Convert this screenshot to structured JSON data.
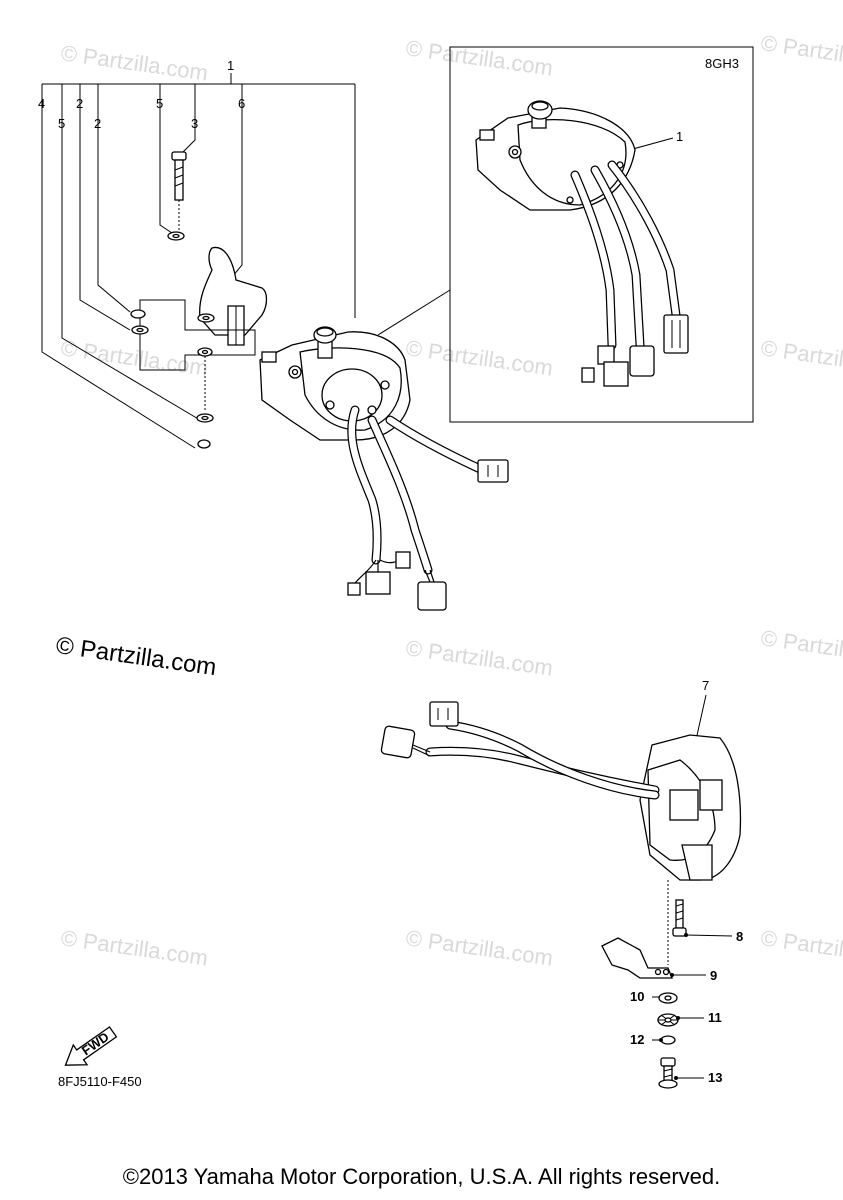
{
  "watermark_faint": "© Partzilla.com",
  "watermark_main": "© Partzilla.com",
  "inset_label": "8GH3",
  "fwd_label": "FWD",
  "part_code": "8FJ5110-F450",
  "copyright": "©2013 Yamaha Motor Corporation, U.S.A. All rights reserved.",
  "callouts": {
    "c1": "1",
    "c2a": "2",
    "c2b": "2",
    "c3": "3",
    "c4": "4",
    "c5a": "5",
    "c5b": "5",
    "c6": "6",
    "c1_inset": "1",
    "c7": "7",
    "c8": "8",
    "c9": "9",
    "c10": "10",
    "c11": "11",
    "c12": "12",
    "c13": "13"
  }
}
